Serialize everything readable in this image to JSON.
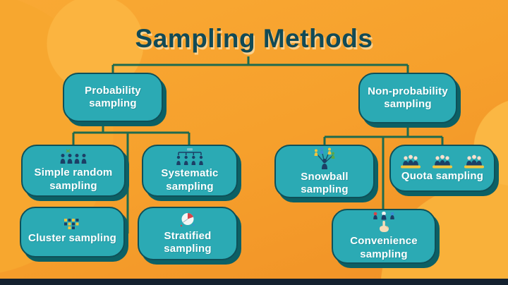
{
  "title": "Sampling Methods",
  "colors": {
    "background_top": "#f9a934",
    "background_bottom": "#f09026",
    "box_fill": "#2baab4",
    "box_border": "#0f5058",
    "box_shadow": "#0c6065",
    "connector_line": "#1e6a4e",
    "title_text": "#114a56",
    "box_text": "#ffffff",
    "bottom_bar": "#14212f"
  },
  "tree": {
    "branches": [
      {
        "label": "Probability sampling",
        "children": [
          {
            "label": "Simple random sampling",
            "icon": "people-row-selected-icon"
          },
          {
            "label": "Systematic sampling",
            "icon": "people-interval-icon"
          },
          {
            "label": "Cluster sampling",
            "icon": "cluster-dots-icon"
          },
          {
            "label": "Stratified sampling",
            "icon": "pie-segments-icon"
          }
        ]
      },
      {
        "label": "Non-probability sampling",
        "children": [
          {
            "label": "Snowball sampling",
            "icon": "referral-network-icon"
          },
          {
            "label": "Quota sampling",
            "icon": "people-groups-icon"
          },
          {
            "label": "Convenience sampling",
            "icon": "hand-pick-icon"
          }
        ]
      }
    ]
  }
}
